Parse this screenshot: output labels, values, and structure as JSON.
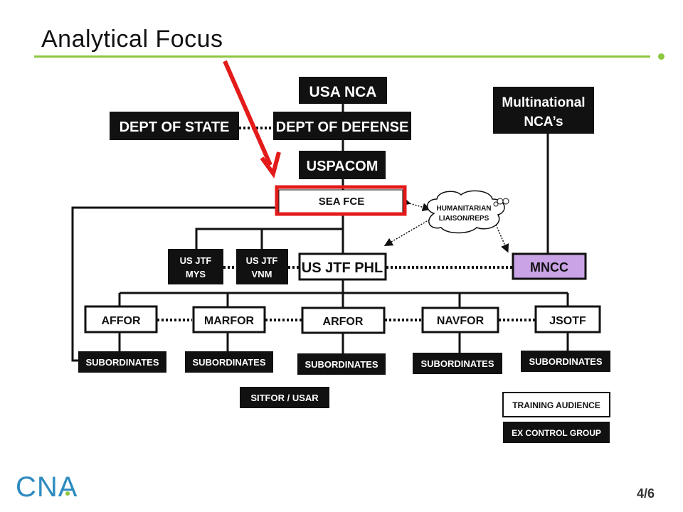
{
  "slide": {
    "title": "Analytical Focus",
    "page_number": "4/6",
    "logo_text": "CNA",
    "accent_color": "#8dc63f",
    "highlight_color": "#e31b1b",
    "mncc_color": "#c9a3e6"
  },
  "org_chart": {
    "usa_nca": "USA NCA",
    "dept_of_state": "DEPT OF STATE",
    "dept_of_defense": "DEPT OF DEFENSE",
    "uspacom": "USPACOM",
    "multinational_line1": "Multinational",
    "multinational_line2": "NCA’s",
    "sea_fce": "SEA FCE",
    "humanitarian_line1": "HUMANITARIAN",
    "humanitarian_line2": "LIAISON/REPS",
    "us_jtf_mys_line1": "US JTF",
    "us_jtf_mys_line2": "MYS",
    "us_jtf_vnm_line1": "US JTF",
    "us_jtf_vnm_line2": "VNM",
    "us_jtf_phl": "US JTF PHL",
    "mncc": "MNCC",
    "components": [
      "AFFOR",
      "MARFOR",
      "ARFOR",
      "NAVFOR",
      "JSOTF"
    ],
    "subordinates": [
      "SUBORDINATES",
      "SUBORDINATES",
      "SUBORDINATES",
      "SUBORDINATES",
      "SUBORDINATES"
    ],
    "sitfor": "SITFOR / USAR"
  },
  "legend": {
    "training_audience": "TRAINING AUDIENCE",
    "ex_control_group": "EX CONTROL GROUP"
  }
}
